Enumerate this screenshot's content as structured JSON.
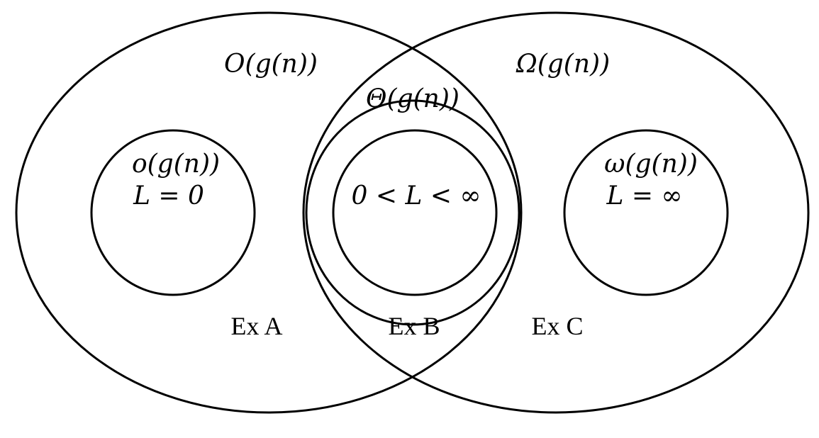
{
  "sets": {
    "big_o": {
      "label": "O(g(n))"
    },
    "big_omega": {
      "label": "Ω(g(n))"
    },
    "theta": {
      "label": "Θ(g(n))"
    },
    "little_o": {
      "label": "o(g(n))",
      "condition": "L = 0"
    },
    "middle": {
      "condition": "0 < L < ∞"
    },
    "little_omega": {
      "label": "ω(g(n))",
      "condition": "L = ∞"
    }
  },
  "examples": {
    "a": "Ex A",
    "b": "Ex B",
    "c": "Ex C"
  }
}
